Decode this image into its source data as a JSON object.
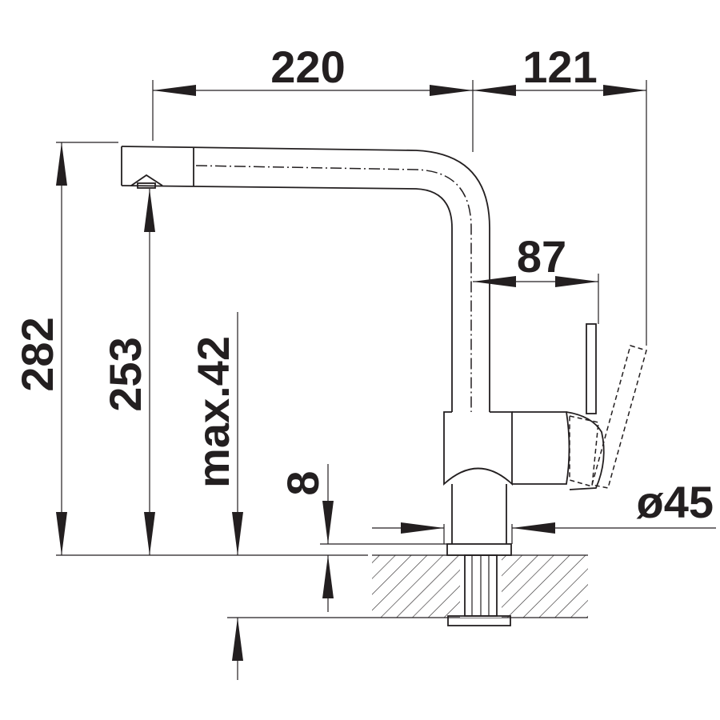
{
  "dimensions": {
    "width_spout": "220",
    "width_lever": "121",
    "lever_offset": "87",
    "height_total": "282",
    "height_spout": "253",
    "max_thickness": "max.42",
    "flange": "8",
    "diameter": "ø45"
  }
}
